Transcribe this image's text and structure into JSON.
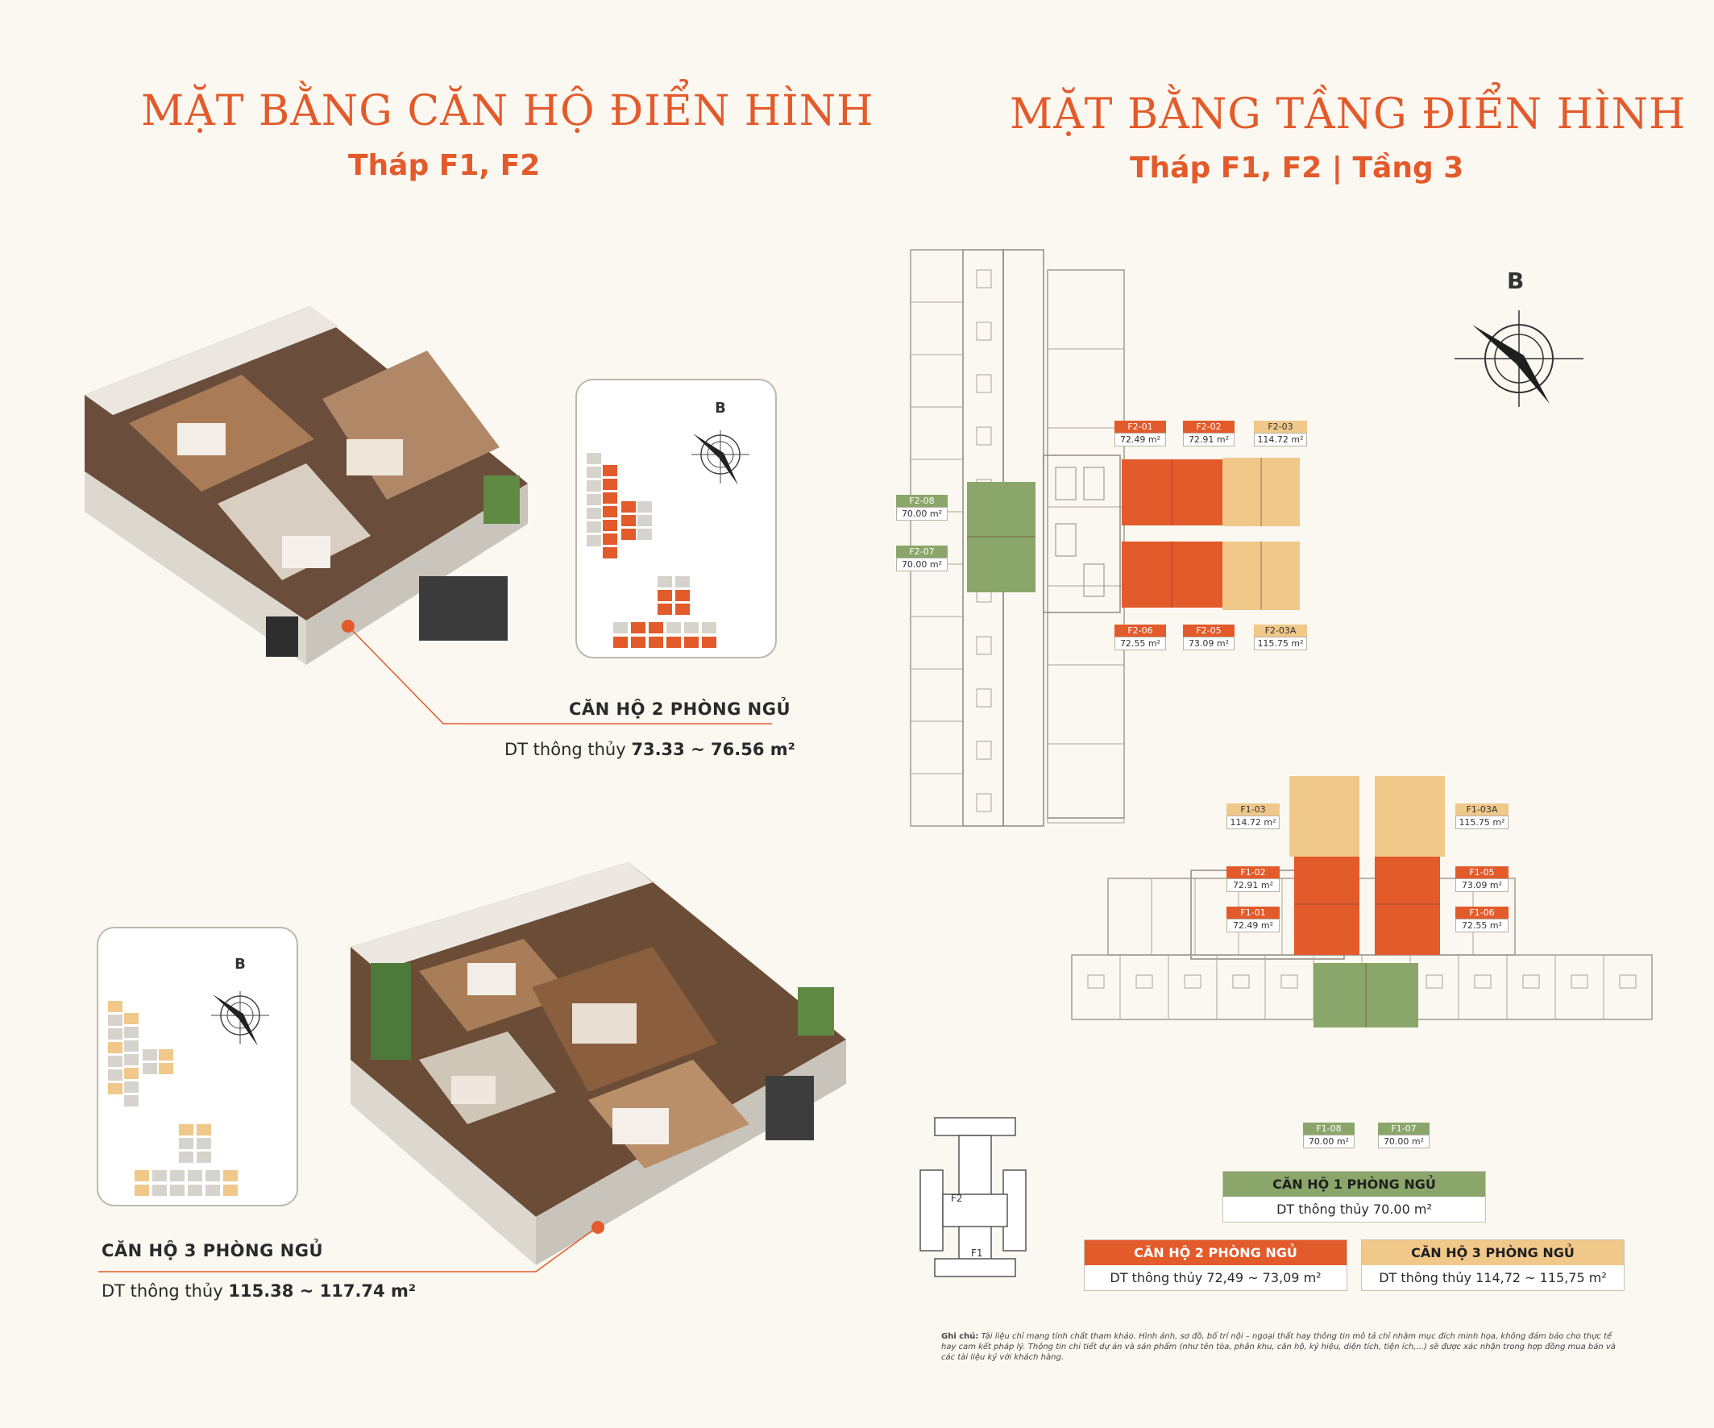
{
  "left": {
    "title": "MẶT BẰNG CĂN HỘ ĐIỂN HÌNH",
    "subtitle": "Tháp F1, F2",
    "unit2": {
      "title": "CĂN HỘ 2 PHÒNG NGỦ",
      "area_prefix": "DT thông thủy",
      "area_value": "73.33 ~ 76.56 m²"
    },
    "unit3": {
      "title": "CĂN HỘ 3 PHÒNG NGỦ",
      "area_prefix": "DT thông thủy",
      "area_value": "115.38 ~ 117.74 m²"
    },
    "compass_letter": "B"
  },
  "right": {
    "title": "MẶT BẰNG TẦNG ĐIỂN HÌNH",
    "subtitle": "Tháp F1, F2 | Tầng 3",
    "compass_letter": "B",
    "f2_units": [
      {
        "code": "F2-01",
        "area": "72.49 m²"
      },
      {
        "code": "F2-02",
        "area": "72.91 m²"
      },
      {
        "code": "F2-03",
        "area": "114.72 m²"
      },
      {
        "code": "F2-08",
        "area": "70.00 m²"
      },
      {
        "code": "F2-07",
        "area": "70.00 m²"
      },
      {
        "code": "F2-06",
        "area": "72.55 m²"
      },
      {
        "code": "F2-05",
        "area": "73.09 m²"
      },
      {
        "code": "F2-03A",
        "area": "115.75 m²"
      }
    ],
    "f1_units": [
      {
        "code": "F1-03",
        "area": "114.72 m²"
      },
      {
        "code": "F1-03A",
        "area": "115.75 m²"
      },
      {
        "code": "F1-02",
        "area": "72.91 m²"
      },
      {
        "code": "F1-05",
        "area": "73.09 m²"
      },
      {
        "code": "F1-01",
        "area": "72.49 m²"
      },
      {
        "code": "F1-06",
        "area": "72.55 m²"
      },
      {
        "code": "F1-08",
        "area": "70.00 m²"
      },
      {
        "code": "F1-07",
        "area": "70.00 m²"
      }
    ],
    "keymap": {
      "f2": "F2",
      "f1": "F1"
    },
    "legend": {
      "one_bed": {
        "title": "CĂN HỘ 1 PHÒNG NGỦ",
        "area": "DT thông thủy 70.00 m²"
      },
      "two_bed": {
        "title": "CĂN HỘ 2 PHÒNG NGỦ",
        "area": "DT thông thủy 72,49 ~ 73,09 m²"
      },
      "three_bed": {
        "title": "CĂN HỘ 3 PHÒNG NGỦ",
        "area": "DT thông thủy 114,72 ~ 115,75 m²"
      }
    },
    "note_label": "Ghi chú:",
    "note_text": "Tài liệu chỉ mang tính chất tham khảo. Hình ảnh, sơ đồ, bố trí nội – ngoại thất hay thông tin mô tả chỉ nhằm mục đích minh họa, không đảm bảo cho thực tế hay cam kết pháp lý. Thông tin chi tiết dự án và sản phẩm (như tên tòa, phân khu, căn hộ, ký hiệu, diện tích, tiện ích,...) sẽ được xác nhận trong hợp đồng mua bán và các tài liệu ký với khách hàng."
  },
  "colors": {
    "orange": "#e35a2b",
    "green": "#8aa66a",
    "sand": "#f0c88a",
    "grey": "#d6d3cc"
  }
}
